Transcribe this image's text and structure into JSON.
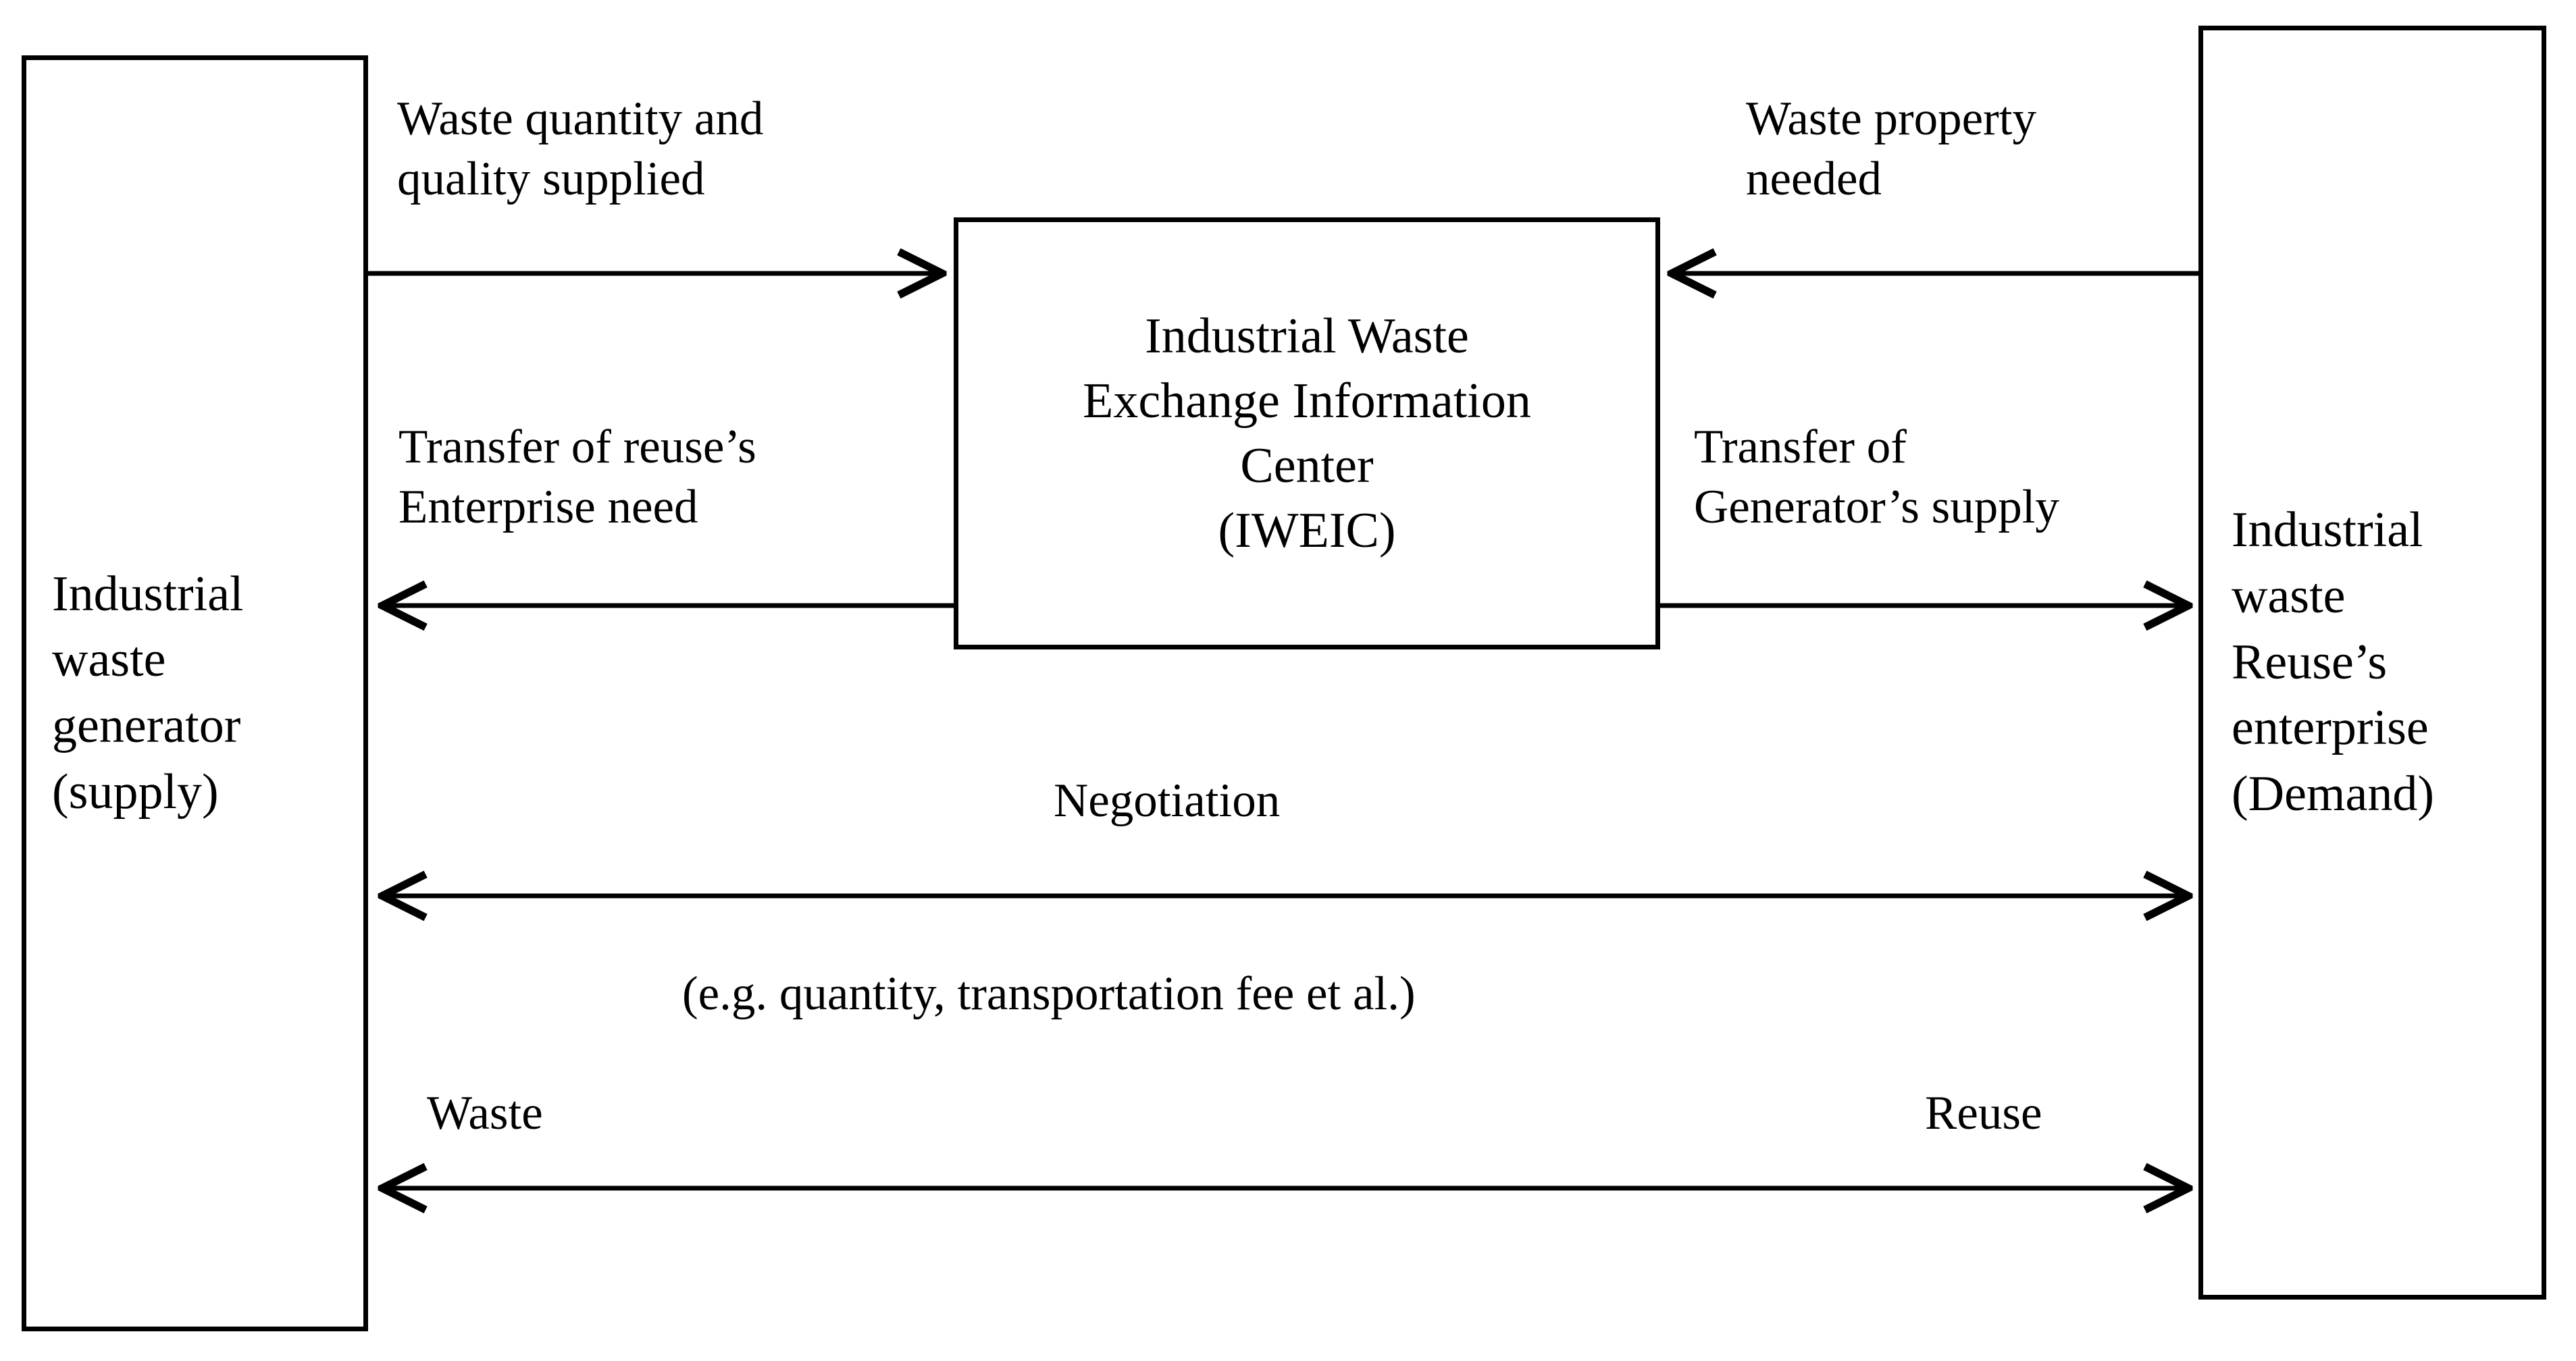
{
  "diagram": {
    "title": "Industrial Waste Exchange Information Center flow diagram",
    "background_color": "#ffffff",
    "line_color": "#000000",
    "nodes": {
      "generator": {
        "id": "industrial-waste-generator",
        "label": "Industrial\nwaste\ngenerator\n(supply)"
      },
      "center": {
        "id": "iweic",
        "label": "Industrial Waste\nExchange Information\nCenter\n(IWEIC)"
      },
      "reuse": {
        "id": "industrial-waste-reuse-enterprise",
        "label": "Industrial\nwaste\nReuse’s\nenterprise\n(Demand)"
      }
    },
    "edges": {
      "waste_quantity_supplied": {
        "label": "Waste quantity and\nquality supplied",
        "from": "generator",
        "to": "center",
        "direction": "right"
      },
      "waste_property_needed": {
        "label": "Waste property\nneeded",
        "from": "reuse",
        "to": "center",
        "direction": "left"
      },
      "transfer_reuse_need": {
        "label": "Transfer of reuse’s\nEnterprise need",
        "from": "center",
        "to": "generator",
        "direction": "left"
      },
      "transfer_generator_supply": {
        "label": "Transfer of\nGenerator’s supply",
        "from": "center",
        "to": "reuse",
        "direction": "right"
      },
      "negotiation": {
        "label": "Negotiation",
        "detail": "(e.g. quantity, transportation fee et al.)",
        "from": "generator",
        "to": "reuse",
        "direction": "both"
      },
      "waste_reuse_flow": {
        "label_left": "Waste",
        "label_right": "Reuse",
        "from": "generator",
        "to": "reuse",
        "direction": "both"
      }
    }
  }
}
